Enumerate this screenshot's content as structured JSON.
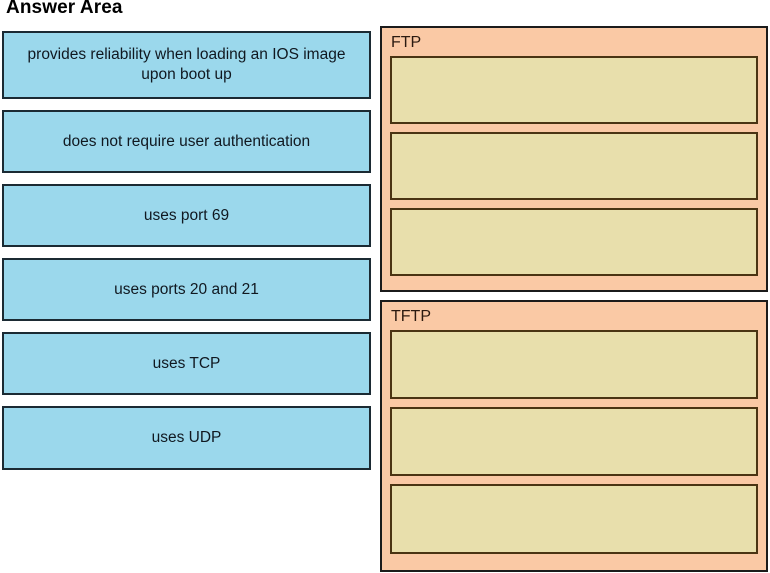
{
  "page": {
    "title": "Answer Area"
  },
  "options": {
    "items": [
      {
        "label": "provides reliability when loading an IOS image upon boot up",
        "size": "tall"
      },
      {
        "label": "does not require user authentication",
        "size": "normal"
      },
      {
        "label": "uses port 69",
        "size": "normal"
      },
      {
        "label": "uses ports 20 and 21",
        "size": "normal"
      },
      {
        "label": "uses TCP",
        "size": "normal"
      },
      {
        "label": "uses UDP",
        "size": "last"
      }
    ]
  },
  "categories": [
    {
      "label": "FTP",
      "slots": [
        {
          "value": ""
        },
        {
          "value": ""
        },
        {
          "value": ""
        }
      ]
    },
    {
      "label": "TFTP",
      "slots": [
        {
          "value": ""
        },
        {
          "value": ""
        },
        {
          "value": ""
        }
      ]
    }
  ],
  "colors": {
    "option_fill": "#9bd8ec",
    "option_border": "#1b2a33",
    "panel_fill": "#fac9a5",
    "panel_border": "#1b1b1b",
    "slot_fill": "#e8dfac",
    "slot_border": "#4a3413",
    "page_background": "#ffffff",
    "text": "#101820"
  }
}
